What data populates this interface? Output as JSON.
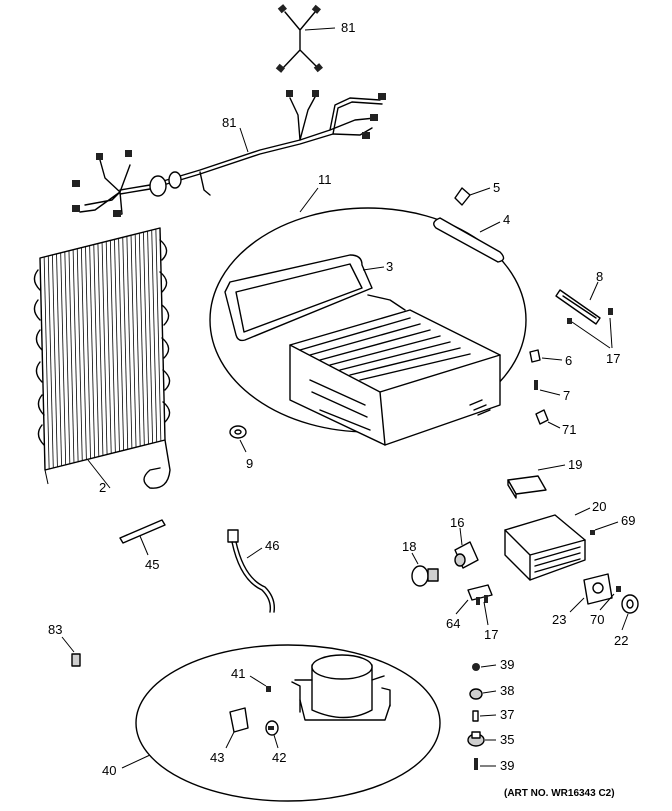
{
  "labels": {
    "p81a": "81",
    "p81b": "81",
    "p11": "11",
    "p5": "5",
    "p4": "4",
    "p3": "3",
    "p8": "8",
    "p17a": "17",
    "p6": "6",
    "p7": "7",
    "p71": "71",
    "p2": "2",
    "p9": "9",
    "p19": "19",
    "p20": "20",
    "p69": "69",
    "p16": "16",
    "p18": "18",
    "p45": "45",
    "p46": "46",
    "p64": "64",
    "p17b": "17",
    "p23": "23",
    "p70": "70",
    "p22": "22",
    "p83": "83",
    "p39a": "39",
    "p38": "38",
    "p37": "37",
    "p35": "35",
    "p39b": "39",
    "p41": "41",
    "p43": "43",
    "p42": "42",
    "p40": "40"
  },
  "art_no": "(ART NO. WR16343 C2)"
}
